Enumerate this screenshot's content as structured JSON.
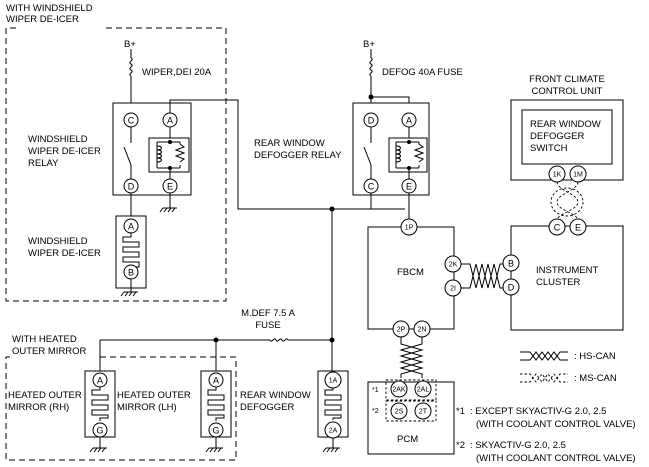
{
  "regions": {
    "deicer": "WITH WINDSHIELD\nWIPER DE-ICER",
    "mirror": "WITH HEATED\nOUTER MIRROR"
  },
  "power": {
    "b1": "B+",
    "b2": "B+"
  },
  "fuses": {
    "wiper": "WIPER,DEI 20A",
    "defog": "DEFOG 40A FUSE",
    "mdef": "M.DEF 7.5 A\nFUSE"
  },
  "components": {
    "ws_relay": "WINDSHIELD\nWIPER DE-ICER\nRELAY",
    "ws_deicer": "WINDSHIELD\nWIPER DE-ICER",
    "rw_relay": "REAR WINDOW\nDEFOGGER RELAY",
    "fcc": "FRONT CLIMATE\nCONTROL UNIT",
    "rw_switch": "REAR WINDOW\nDEFOGGER\nSWITCH",
    "fbcm": "FBCM",
    "cluster": "INSTRUMENT\nCLUSTER",
    "pcm": "PCM",
    "mirror_rh": "HEATED OUTER\nMIRROR (RH)",
    "mirror_lh": "HEATED OUTER\nMIRROR (LH)",
    "rw_defogger": "REAR WINDOW\nDEFOGGER"
  },
  "pins": {
    "wr_c": "C",
    "wr_a": "A",
    "wr_d": "D",
    "wr_e": "E",
    "wd_a": "A",
    "wd_b": "B",
    "rr_d": "D",
    "rr_a": "A",
    "rr_c": "C",
    "rr_e": "E",
    "fcc_1k": "1K",
    "fcc_1m": "1M",
    "cl_c": "C",
    "cl_e": "E",
    "cl_b": "B",
    "cl_d": "D",
    "fb_1p": "1P",
    "fb_2k": "2K",
    "fb_2i": "2I",
    "fb_2p": "2P",
    "fb_2n": "2N",
    "pcm_2ak": "2AK",
    "pcm_2al": "2AL",
    "pcm_2s": "2S",
    "pcm_2t": "2T",
    "rh_a": "A",
    "rh_g": "G",
    "lh_a": "A",
    "lh_g": "G",
    "df_1a": "1A",
    "df_2a": "2A"
  },
  "pcm_marks": {
    "m1": "*1",
    "m2": "*2"
  },
  "legend": {
    "hs": ": HS-CAN",
    "ms": ": MS-CAN"
  },
  "notes": [
    {
      "mark": "*1",
      "text": ": EXCEPT SKYACTIV-G 2.0, 2.5",
      "sub": "(WITH COOLANT CONTROL VALVE)"
    },
    {
      "mark": "*2",
      "text": ": SKYACTIV-G 2.0, 2.5",
      "sub": "(WITH COOLANT CONTROL VALVE)"
    }
  ]
}
